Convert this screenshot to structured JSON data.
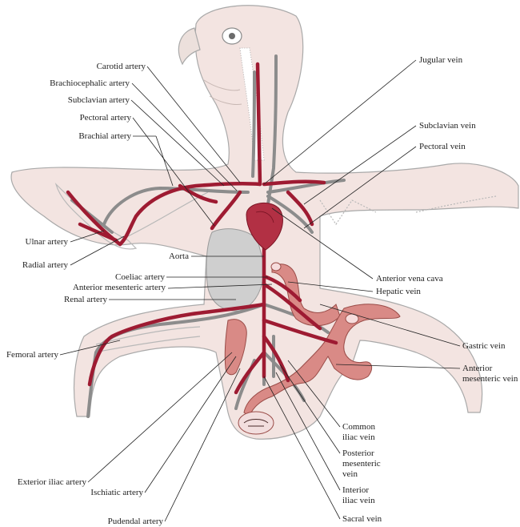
{
  "labels": {
    "carotid_artery": "Carotid artery",
    "brachiocephalic_artery": "Brachiocephalic artery",
    "subclavian_artery": "Subclavian artery",
    "pectoral_artery": "Pectoral artery",
    "brachial_artery": "Brachial artery",
    "ulnar_artery": "Ulnar artery",
    "radial_artery": "Radial artery",
    "aorta": "Aorta",
    "coeliac_artery": "Coeliac artery",
    "anterior_mesenteric_artery": "Anterior mesenteric artery",
    "renal_artery": "Renal artery",
    "femoral_artery": "Femoral artery",
    "exterior_iliac_artery": "Exterior iliac artery",
    "ischiatic_artery": "Ischiatic artery",
    "pudendal_artery": "Pudendal artery",
    "jugular_vein": "Jugular vein",
    "subclavian_vein": "Subclavian vein",
    "pectoral_vein": "Pectoral vein",
    "anterior_vena_cava": "Anterior vena cava",
    "hepatic_vein": "Hepatic vein",
    "gastric_vein": "Gastric vein",
    "anterior_mesenteric_vein": "Anterior\nmesenteric vein",
    "common_iliac_vein": "Common\niliac vein",
    "posterior_mesenteric_vein": "Posterior\nmesenteric\nvein",
    "interior_iliac_vein": "Interior\niliac vein",
    "sacral_vein": "Sacral vein"
  },
  "colors": {
    "artery": "#9e1b32",
    "vein": "#8c8c8c",
    "body_fill": "#f3e4e1",
    "body_outline": "#a9a9a9",
    "liver": "#cfcfcf",
    "heart": "#b23044",
    "intestine": "#d98a86",
    "leader": "#222222"
  }
}
